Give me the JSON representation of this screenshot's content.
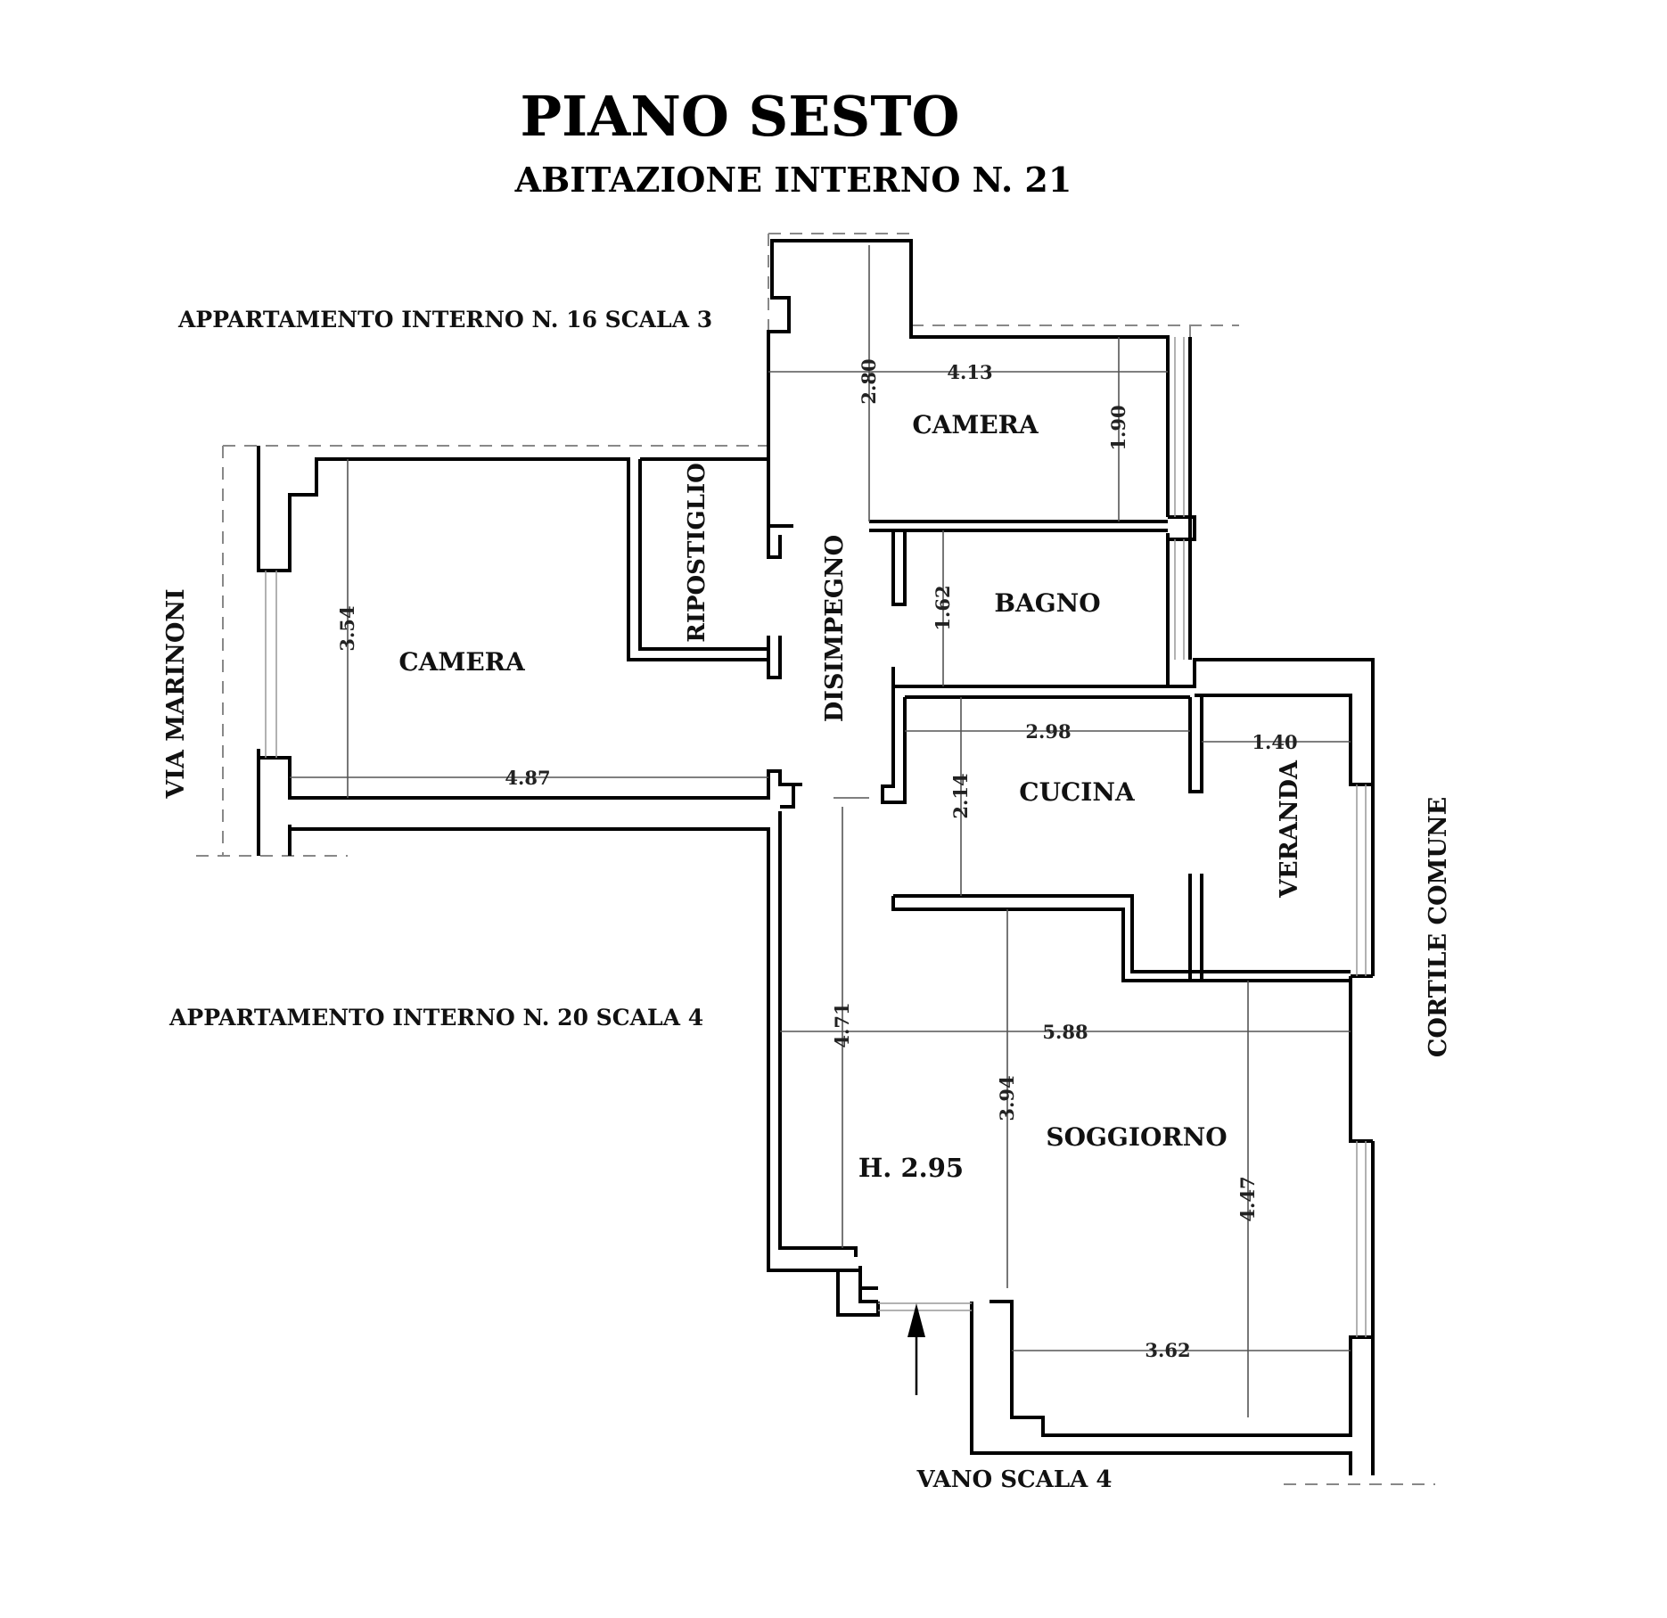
{
  "header": {
    "title": "PIANO SESTO",
    "subtitle": "ABITAZIONE INTERNO N. 21"
  },
  "neighbors": {
    "top": "APPARTAMENTO INTERNO N. 16 SCALA 3",
    "left_bottom": "APPARTAMENTO INTERNO N. 20 SCALA 4",
    "street": "VIA MARINONI",
    "courtyard": "CORTILE COMUNE",
    "stairwell": "VANO SCALA 4"
  },
  "rooms": {
    "camera_top": "CAMERA",
    "camera_left": "CAMERA",
    "ripostiglio": "RIPOSTIGLIO",
    "disimpegno": "DISIMPEGNO",
    "bagno": "BAGNO",
    "cucina": "CUCINA",
    "veranda": "VERANDA",
    "soggiorno": "SOGGIORNO",
    "height": "H. 2.95"
  },
  "dimensions": {
    "camera_top_h": "2.80",
    "camera_top_w": "4.13",
    "camera_top_h2": "1.90",
    "camera_left_h": "3.54",
    "camera_left_w": "4.87",
    "bagno_h": "1.62",
    "cucina_w": "2.98",
    "veranda_w": "1.40",
    "cucina_h": "2.14",
    "soggiorno_w": "5.88",
    "soggiorno_left_h": "4.71",
    "soggiorno_mid_h": "3.94",
    "soggiorno_right_h": "4.47",
    "soggiorno_bottom_w": "3.62"
  }
}
